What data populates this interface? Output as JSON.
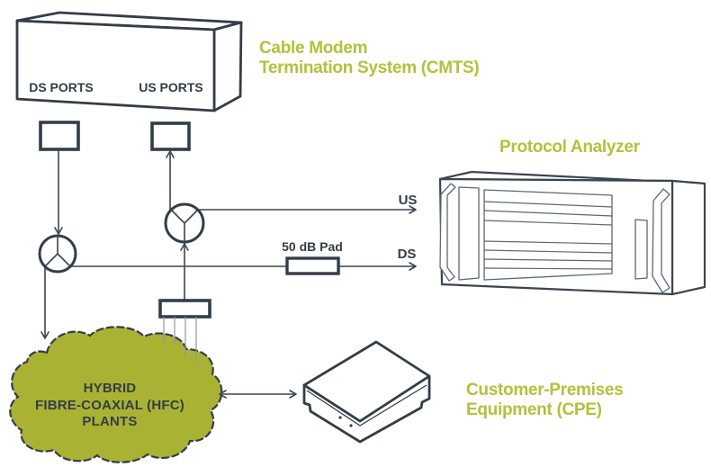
{
  "colors": {
    "outline_navy": "#333d48",
    "heading_green": "#b3c13a",
    "cloud_green": "#a9b233",
    "thin_line_gray": "#8e98a2",
    "background": "#ffffff"
  },
  "cmts": {
    "heading_line1": "Cable Modem",
    "heading_line2": "Termination System (CMTS)",
    "ds_ports_label": "DS PORTS",
    "us_ports_label": "US PORTS"
  },
  "protocol_analyzer": {
    "heading": "Protocol Analyzer"
  },
  "signal_path": {
    "us_arrow_label": "US",
    "ds_arrow_label": "DS",
    "pad_label": "50 dB Pad"
  },
  "hfc_cloud": {
    "label_line1": "HYBRID",
    "label_line2": "FIBRE-COAXIAL (HFC)",
    "label_line3": "PLANTS"
  },
  "cpe": {
    "heading_line1": "Customer-Premises",
    "heading_line2": "Equipment (CPE)"
  }
}
